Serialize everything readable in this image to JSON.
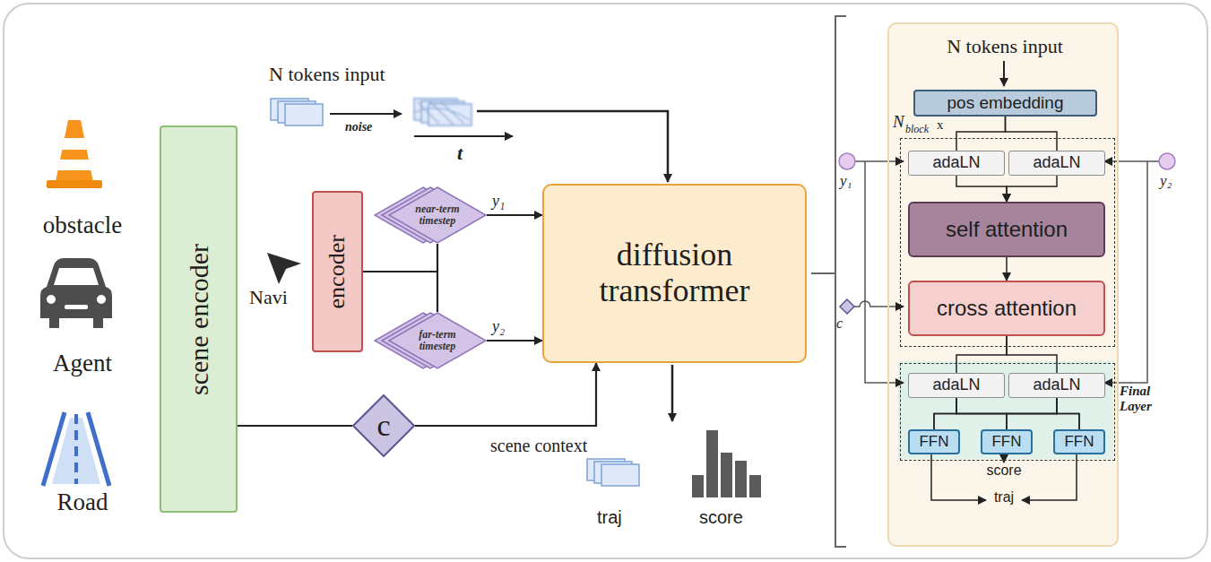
{
  "diagram": {
    "nodes": [
      {
        "text": [
          "scene encoder"
        ]
      },
      {
        "text": [
          "encoder"
        ]
      },
      {
        "text": [
          "near-term timestep"
        ]
      },
      {
        "text": [
          "far-term timestep"
        ]
      },
      {
        "text": [
          "diffusion transformer"
        ]
      },
      {
        "text": [
          "c"
        ]
      },
      {
        "text": [
          "N tokens input"
        ]
      },
      {
        "text": [
          "pos embedding"
        ],
        "in": 6
      },
      {
        "text": [
          "N",
          "block",
          "x"
        ],
        "in": 6
      },
      {
        "text": [
          "adaLN"
        ],
        "in": 8
      },
      {
        "text": [
          "adaLN"
        ],
        "in": 8
      },
      {
        "text": [
          "self attention"
        ],
        "in": 8
      },
      {
        "text": [
          "cross attention"
        ],
        "in": 8
      },
      {
        "text": [
          "Final Layer"
        ],
        "in": 6
      },
      {
        "text": [
          "adaLN"
        ],
        "in": 13
      },
      {
        "text": [
          "adaLN"
        ],
        "in": 13
      },
      {
        "text": [
          "FFN"
        ],
        "in": 13
      },
      {
        "text": [
          "FFN"
        ],
        "in": 13
      },
      {
        "text": [
          "FFN"
        ],
        "in": 13
      }
    ],
    "edges": [
      {
        "from": 1,
        "to": 2,
        "arrow": "none"
      },
      {
        "from": 1,
        "to": 3,
        "arrow": "none"
      },
      {
        "from": 2,
        "to": 4,
        "arrow": "to"
      },
      {
        "from": 3,
        "to": 4,
        "arrow": "to"
      },
      {
        "from": 0,
        "to": 5,
        "arrow": "none"
      },
      {
        "from": 5,
        "to": 4,
        "label": "scene context",
        "arrow": "to"
      },
      {
        "from": 7,
        "to": 9,
        "arrow": "none"
      },
      {
        "from": 7,
        "to": 10,
        "arrow": "none"
      },
      {
        "from": 9,
        "to": 11,
        "arrow": "to"
      },
      {
        "from": 10,
        "to": 11,
        "arrow": "to"
      },
      {
        "from": 11,
        "to": 12,
        "arrow": "to"
      },
      {
        "from": 12,
        "to": 14,
        "arrow": "none"
      },
      {
        "from": 12,
        "to": 15,
        "arrow": "none"
      },
      {
        "from": 14,
        "to": 16,
        "arrow": "none"
      },
      {
        "from": 14,
        "to": 17,
        "arrow": "none"
      },
      {
        "from": 14,
        "to": 18,
        "arrow": "none"
      },
      {
        "from": 15,
        "to": 16,
        "arrow": "none"
      },
      {
        "from": 15,
        "to": 17,
        "arrow": "none"
      },
      {
        "from": 15,
        "to": 18,
        "arrow": "none"
      }
    ],
    "labels": [
      "obstacle",
      "Agent",
      "Road",
      "N tokens input",
      "noise",
      "t",
      "Navi",
      "y₁",
      "y₂",
      "traj",
      "score",
      "y₁",
      "y₂",
      "c",
      "score",
      "traj"
    ]
  }
}
